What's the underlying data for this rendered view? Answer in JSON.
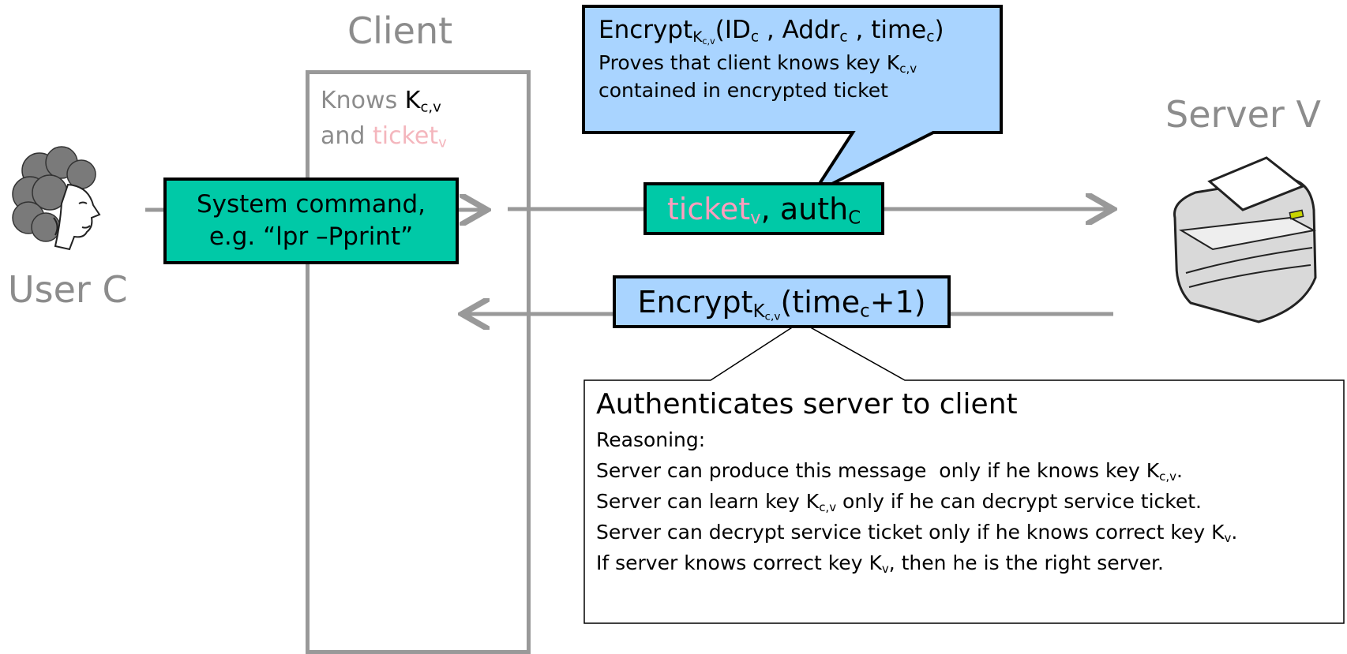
{
  "client": {
    "title": "Client",
    "knows_prefix": "Knows",
    "key_base": "K",
    "key_sub": "c,v",
    "and_word": "and",
    "ticket_base": "ticket",
    "ticket_sub": "v"
  },
  "server": {
    "title": "Server V"
  },
  "user": {
    "title": "User C"
  },
  "system_command": {
    "line1": "System command,",
    "line2": "e.g. “lpr –Pprint”"
  },
  "message": {
    "ticket_base": "ticket",
    "ticket_sub": "v",
    "separator": ", ",
    "auth_base": "auth",
    "auth_sub": "C"
  },
  "callout": {
    "encrypt_word": "Encrypt",
    "key_sub": "K",
    "key_subsub": "c,v",
    "open_paren": "(",
    "id_base": "ID",
    "id_sub": "c",
    "comma1": " , ",
    "addr_base": "Addr",
    "addr_sub": "c",
    "comma2": " , ",
    "time_base": "time",
    "time_sub": "c",
    "close_paren": ")",
    "line2_text": "Proves that client knows key ",
    "line2_key_base": "K",
    "line2_key_sub": "c,v",
    "line3": "contained in encrypted ticket"
  },
  "response": {
    "encrypt_word": "Encrypt",
    "key_sub": "K",
    "key_subsub": "c,v",
    "open": "(time",
    "time_sub": "c",
    "close": "+1)"
  },
  "authentication": {
    "title": "Authenticates server to client",
    "reasoning_label": "Reasoning:",
    "line1_text": "Server can produce this message  only if he knows key ",
    "line1_key_base": "K",
    "line1_key_sub": "c,v",
    "line1_end": ".",
    "line2_text": "Server can learn key ",
    "line2_key_base": "K",
    "line2_key_sub": "c,v",
    "line2_end": " only if he can decrypt service ticket.",
    "line3_text": "Server can decrypt service ticket only if he knows correct key ",
    "line3_key_base": "K",
    "line3_key_sub": "v",
    "line3_end": ".",
    "line4_text": "If server knows correct key ",
    "line4_key_base": "K",
    "line4_key_sub": "v",
    "line4_end": ", then he is the right server."
  },
  "colors": {
    "green": "#00c9a7",
    "blue": "#a9d4ff",
    "gray": "#999999",
    "pink": "#ff9dbd"
  },
  "icons": [
    "user-face-icon",
    "printer-icon"
  ]
}
